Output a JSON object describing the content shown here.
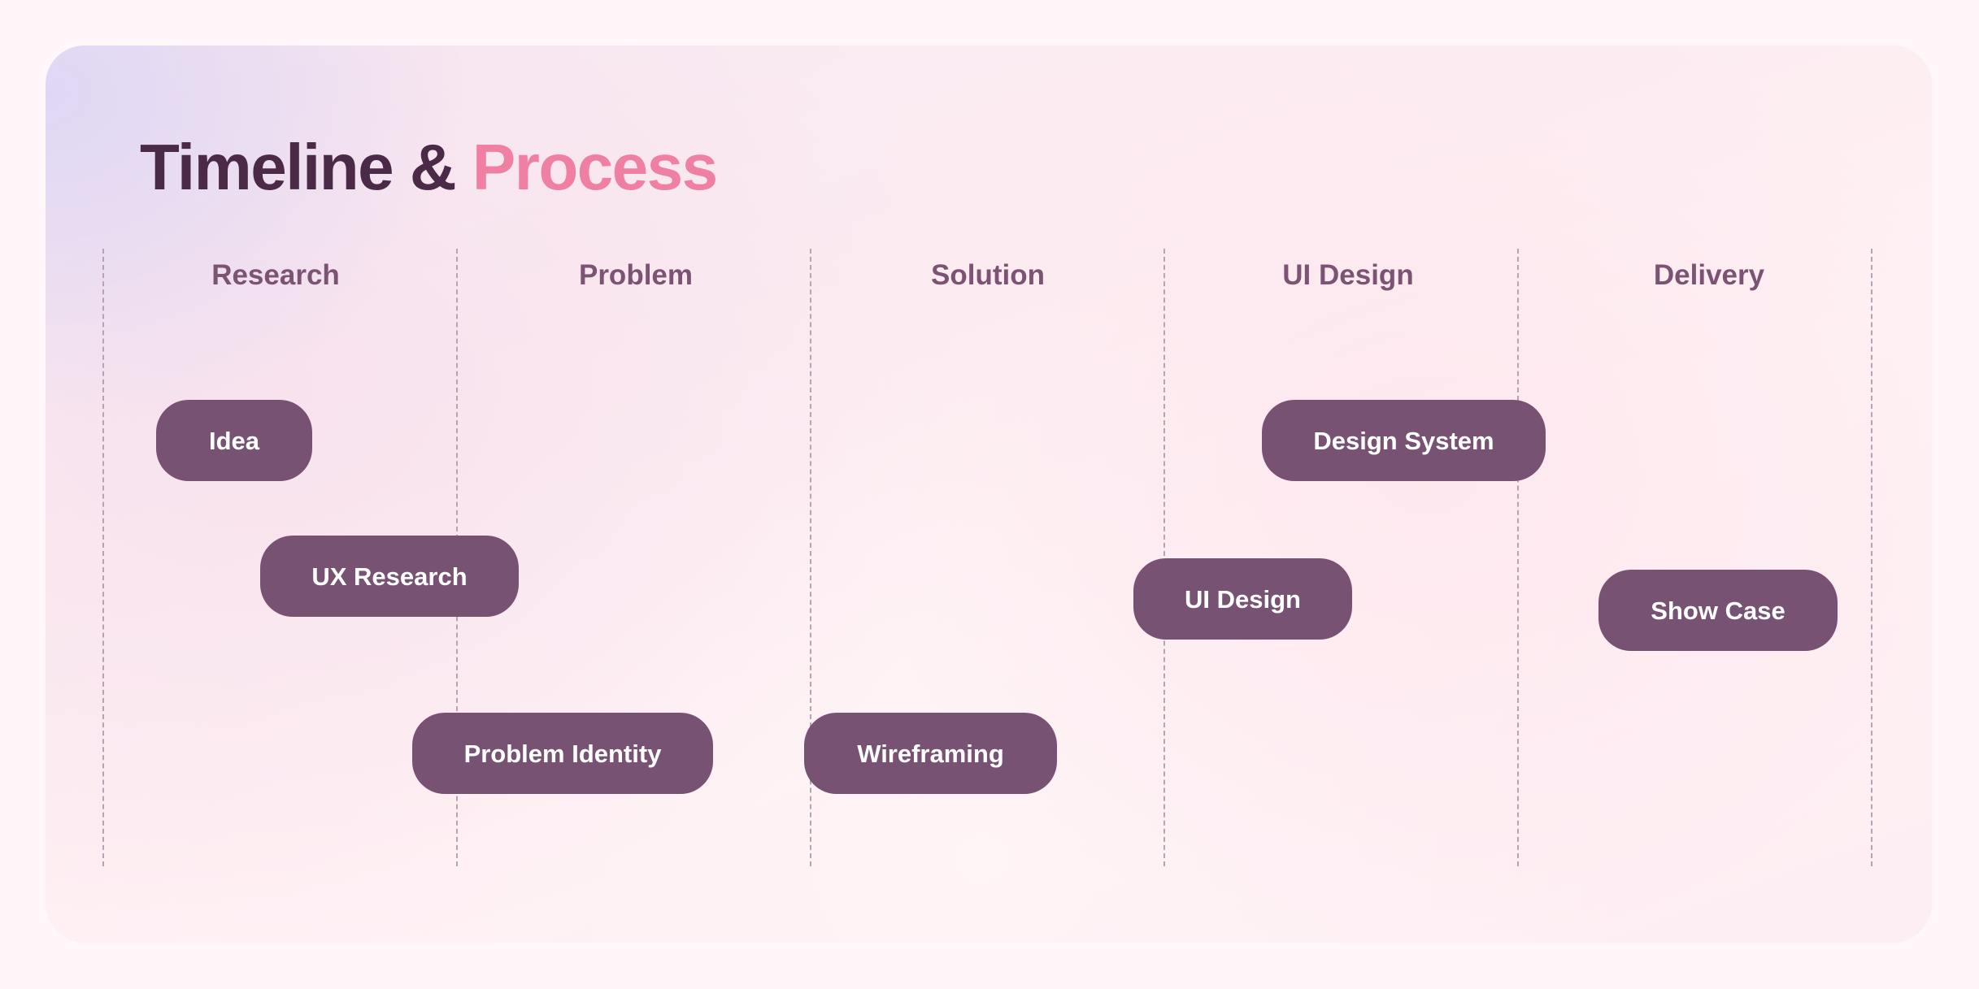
{
  "title": {
    "main": "Timeline &",
    "accent": "Process"
  },
  "phases": [
    "Research",
    "Problem",
    "Solution",
    "UI Design",
    "Delivery"
  ],
  "tasks": [
    {
      "label": "Idea"
    },
    {
      "label": "UX Research"
    },
    {
      "label": "Problem Identity"
    },
    {
      "label": "Wireframing"
    },
    {
      "label": "Design System"
    },
    {
      "label": "UI Design"
    },
    {
      "label": "Show Case"
    }
  ],
  "colors": {
    "title": "#4b2a48",
    "accent": "#ef7fa3",
    "phase_label": "#7b5474",
    "pill": "#785272",
    "pill_text": "#ffffff",
    "divider": "#b9a2b3"
  }
}
